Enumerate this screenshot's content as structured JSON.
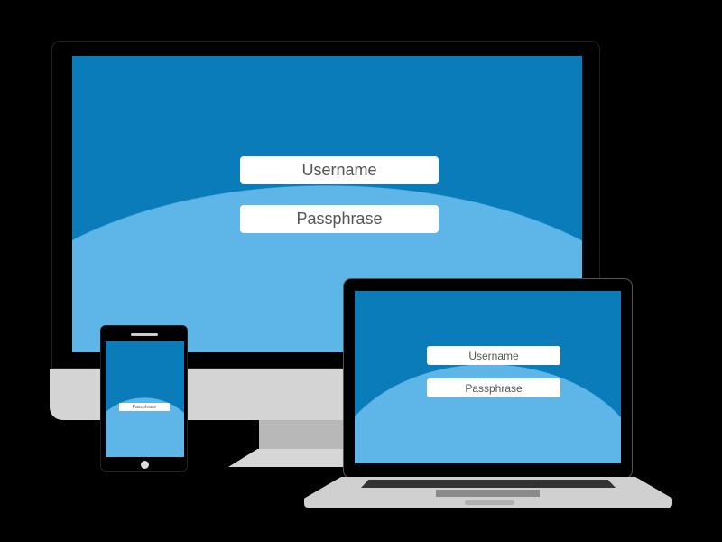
{
  "colors": {
    "screen_dark": "#0a7cba",
    "screen_light": "#5db5e8",
    "bezel": "#000000",
    "body_gray": "#d4d4d4"
  },
  "monitor": {
    "username_label": "Username",
    "passphrase_label": "Passphrase"
  },
  "laptop": {
    "username_label": "Username",
    "passphrase_label": "Passphrase"
  },
  "phone": {
    "passphrase_label": "Passphrase"
  }
}
